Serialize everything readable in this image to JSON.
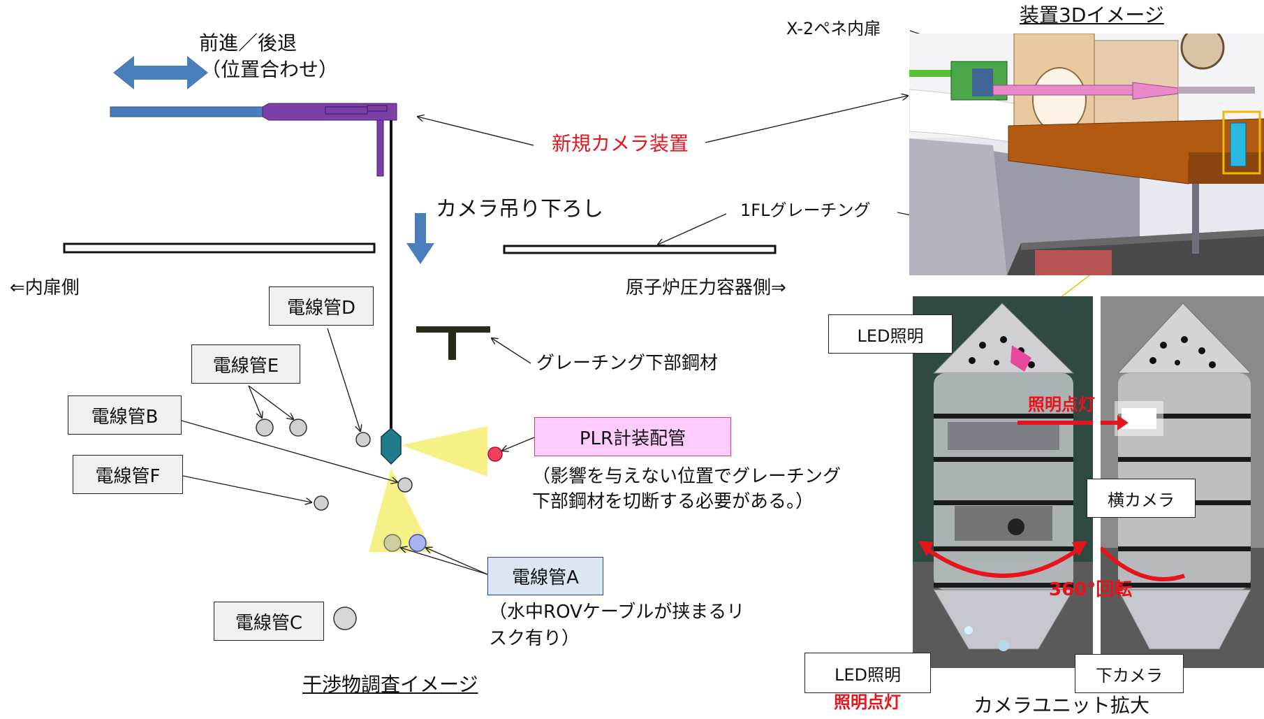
{
  "left": {
    "move_label_line1": "前進／後退",
    "move_label_line2": "（位置合わせ）",
    "lower_label": "カメラ吊り下ろし",
    "inner_door_side": "⇐内扉側",
    "rpv_side": "原子炉圧力容器側⇒",
    "grating_steel": "グレーチング下部鋼材",
    "new_camera": "新規カメラ装置",
    "plr_label": "PLR計装配管",
    "plr_note_line1": "（影響を与えない位置でグレーチング",
    "plr_note_line2": "下部鋼材を切断する必要がある。）",
    "conduit_a": "電線管A",
    "conduit_a_note_line1": "（水中ROVケーブルが挟まるリ",
    "conduit_a_note_line2": "スク有り）",
    "conduit_b": "電線管B",
    "conduit_c": "電線管C",
    "conduit_d": "電線管D",
    "conduit_e": "電線管E",
    "conduit_f": "電線管F",
    "caption": "干渉物調査イメージ"
  },
  "right": {
    "title_3d": "装置3Dイメージ",
    "x2_door": "X-2ペネ内扉",
    "grating_1fl": "1FLグレーチング",
    "led_top": "LED照明",
    "light_on_top": "照明点灯",
    "side_camera": "横カメラ",
    "rotation": "360°回転",
    "led_bottom": "LED照明",
    "light_on_bottom": "照明点灯",
    "bottom_camera": "下カメラ",
    "caption": "カメラユニット拡大"
  },
  "colors": {
    "accent_red": "#e8141b",
    "arrow_blue": "#4a7ebb",
    "pole_purple": "#7b3fa8",
    "plr_fill": "#ffccff",
    "conduit_a_fill": "#dce6f2",
    "fov_yellow": "#f5f07a"
  }
}
